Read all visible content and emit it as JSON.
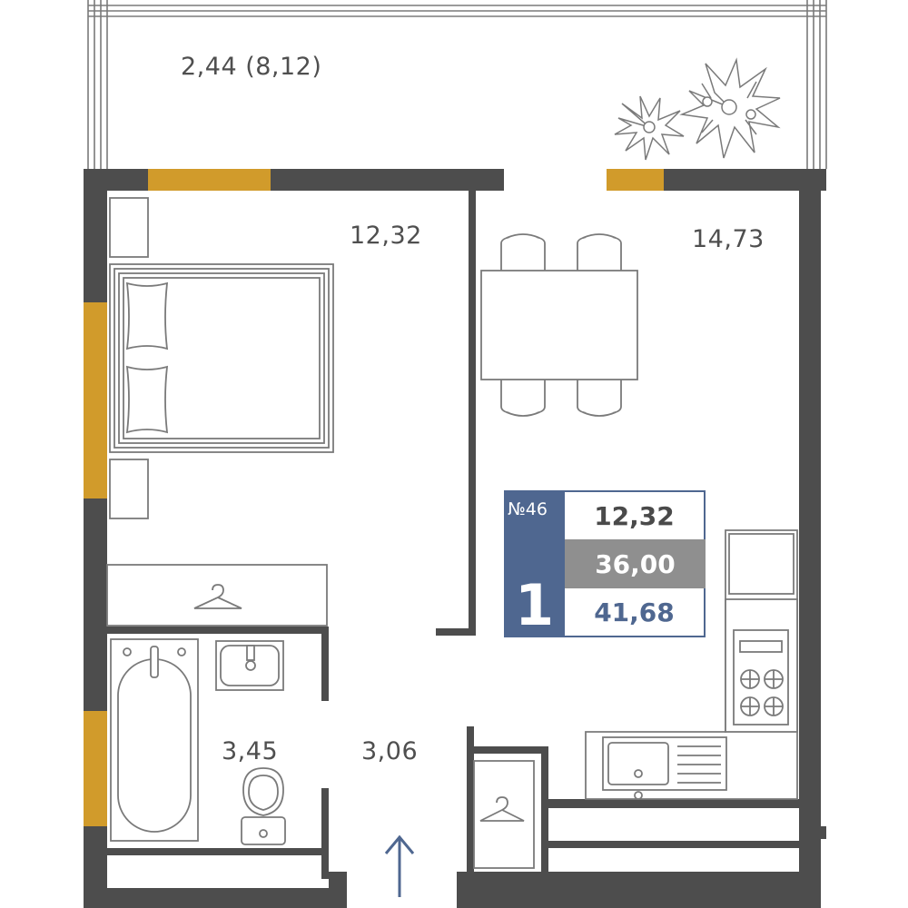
{
  "rooms": {
    "balcony": "2,44 (8,12)",
    "bedroom": "12,32",
    "kitchen": "14,73",
    "bathroom": "3,45",
    "hall": "3,06"
  },
  "info_card": {
    "apartment_number": "№46",
    "room_count": "1",
    "living_area": "12,32",
    "area_total_a": "36,00",
    "area_total_b": "41,68"
  },
  "colors": {
    "wall": "#4d4d4d",
    "window": "#d19b2b",
    "furniture_line": "#7a7a7a",
    "accent": "#4f6790",
    "gray_cell": "#8f8f8f"
  },
  "icons": [
    "bed-icon",
    "pillow-icon",
    "wardrobe-hanger-icon",
    "bathtub-icon",
    "sink-icon",
    "toilet-icon",
    "dining-table-icon",
    "chair-icon",
    "fridge-icon",
    "stove-icon",
    "kitchen-sink-icon",
    "plant-icon",
    "entrance-arrow-icon"
  ]
}
